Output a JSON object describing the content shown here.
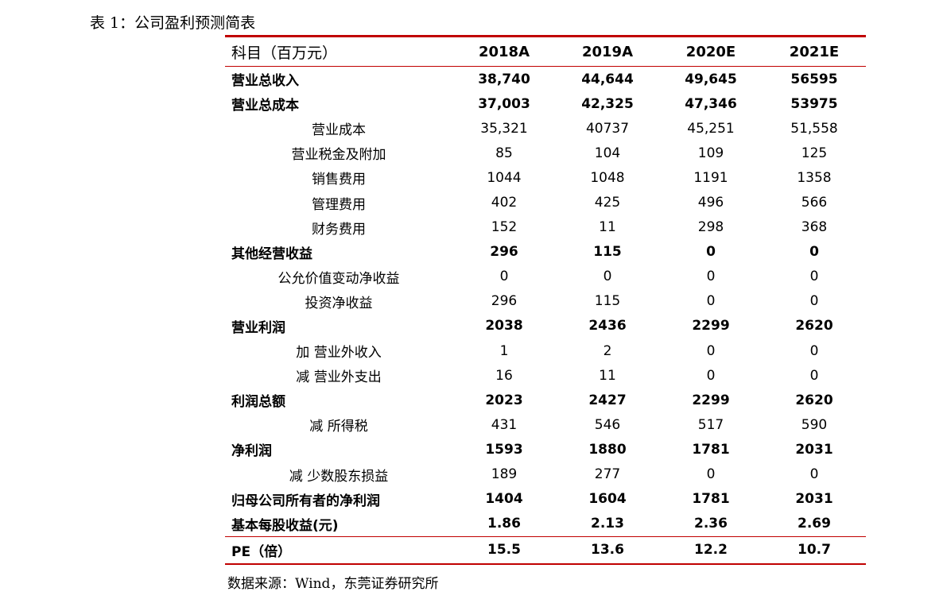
{
  "caption": "表 1：公司盈利预测简表",
  "table": {
    "header": {
      "label": "科目（百万元）",
      "years": [
        "2018A",
        "2019A",
        "2020E",
        "2021E"
      ]
    },
    "rows": [
      {
        "label": "营业总收入",
        "values": [
          "38,740",
          "44,644",
          "49,645",
          "56595"
        ],
        "bold": true,
        "indent": 0
      },
      {
        "label": "营业总成本",
        "values": [
          "37,003",
          "42,325",
          "47,346",
          "53975"
        ],
        "bold": true,
        "indent": 0
      },
      {
        "label": "营业成本",
        "values": [
          "35,321",
          "40737",
          "45,251",
          "51,558"
        ],
        "bold": false,
        "indent": 1
      },
      {
        "label": "营业税金及附加",
        "values": [
          "85",
          "104",
          "109",
          "125"
        ],
        "bold": false,
        "indent": 1
      },
      {
        "label": "销售费用",
        "values": [
          "1044",
          "1048",
          "1191",
          "1358"
        ],
        "bold": false,
        "indent": 1
      },
      {
        "label": "管理费用",
        "values": [
          "402",
          "425",
          "496",
          "566"
        ],
        "bold": false,
        "indent": 1
      },
      {
        "label": "财务费用",
        "values": [
          "152",
          "11",
          "298",
          "368"
        ],
        "bold": false,
        "indent": 1
      },
      {
        "label": "其他经营收益",
        "values": [
          "296",
          "115",
          "0",
          "0"
        ],
        "bold": true,
        "indent": 0
      },
      {
        "label": "公允价值变动净收益",
        "values": [
          "0",
          "0",
          "0",
          "0"
        ],
        "bold": false,
        "indent": 1
      },
      {
        "label": "投资净收益",
        "values": [
          "296",
          "115",
          "0",
          "0"
        ],
        "bold": false,
        "indent": 1
      },
      {
        "label": "营业利润",
        "values": [
          "2038",
          "2436",
          "2299",
          "2620"
        ],
        "bold": true,
        "indent": 0
      },
      {
        "label": "加  营业外收入",
        "values": [
          "1",
          "2",
          "0",
          "0"
        ],
        "bold": false,
        "indent": 1
      },
      {
        "label": "减  营业外支出",
        "values": [
          "16",
          "11",
          "0",
          "0"
        ],
        "bold": false,
        "indent": 1
      },
      {
        "label": "利润总额",
        "values": [
          "2023",
          "2427",
          "2299",
          "2620"
        ],
        "bold": true,
        "indent": 0
      },
      {
        "label": "减  所得税",
        "values": [
          "431",
          "546",
          "517",
          "590"
        ],
        "bold": false,
        "indent": 1
      },
      {
        "label": "净利润",
        "values": [
          "1593",
          "1880",
          "1781",
          "2031"
        ],
        "bold": true,
        "indent": 0
      },
      {
        "label": "减  少数股东损益",
        "values": [
          "189",
          "277",
          "0",
          "0"
        ],
        "bold": false,
        "indent": 1
      },
      {
        "label": "归母公司所有者的净利润",
        "values": [
          "1404",
          "1604",
          "1781",
          "2031"
        ],
        "bold": true,
        "indent": 0
      },
      {
        "label": "基本每股收益(元)",
        "values": [
          "1.86",
          "2.13",
          "2.36",
          "2.69"
        ],
        "bold": true,
        "indent": 0
      }
    ],
    "pe_row": {
      "label": "PE（倍）",
      "values": [
        "15.5",
        "13.6",
        "12.2",
        "10.7"
      ]
    }
  },
  "source": "数据来源：Wind，东莞证券研究所",
  "colors": {
    "rule": "#c00000"
  }
}
